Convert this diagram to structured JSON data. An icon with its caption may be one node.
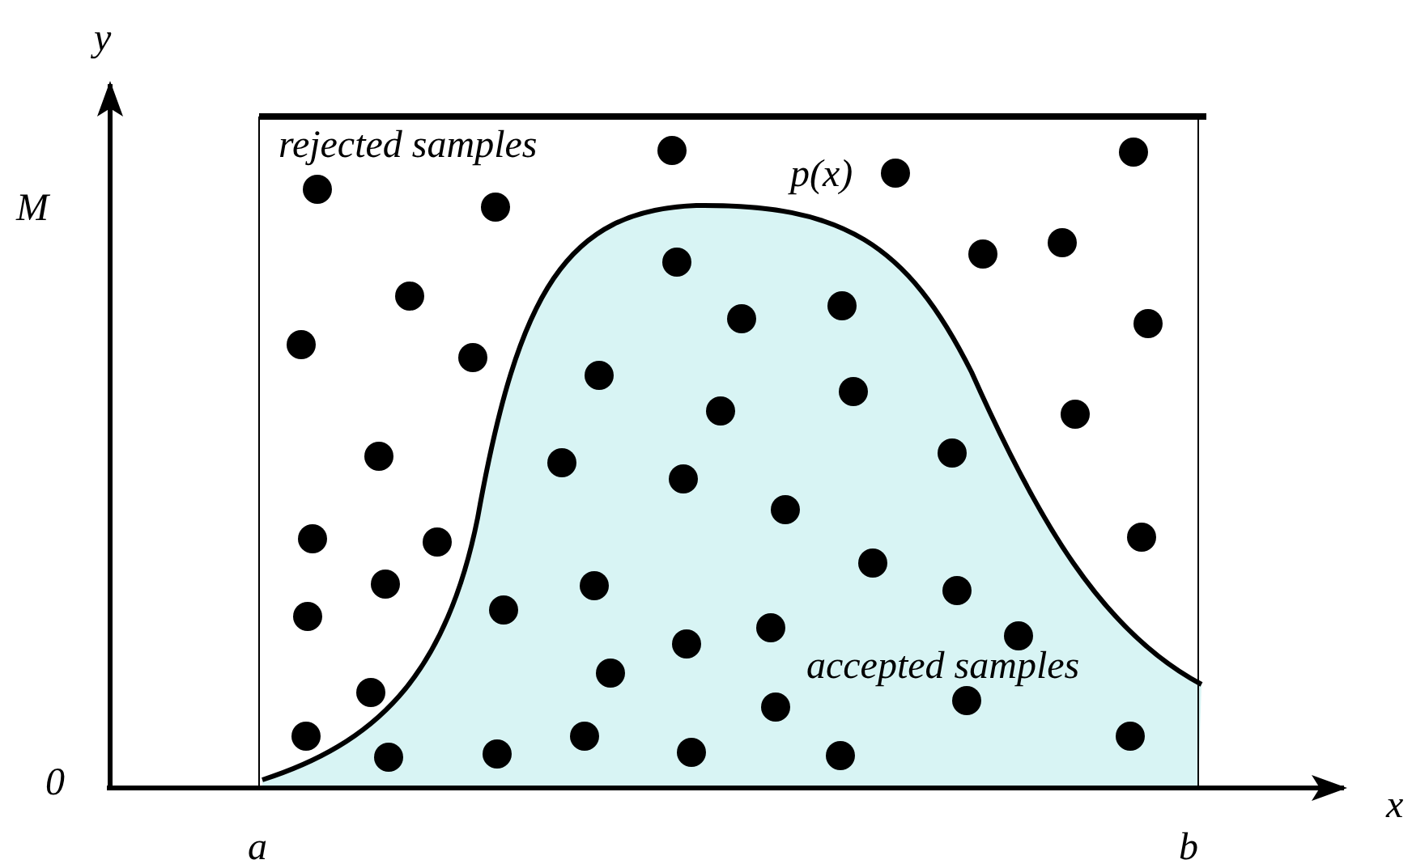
{
  "diagram": {
    "labels": [
      "y",
      "M",
      "rejected samples",
      "p(x)",
      "accepted samples",
      "0",
      "a",
      "b",
      "x"
    ]
  }
}
